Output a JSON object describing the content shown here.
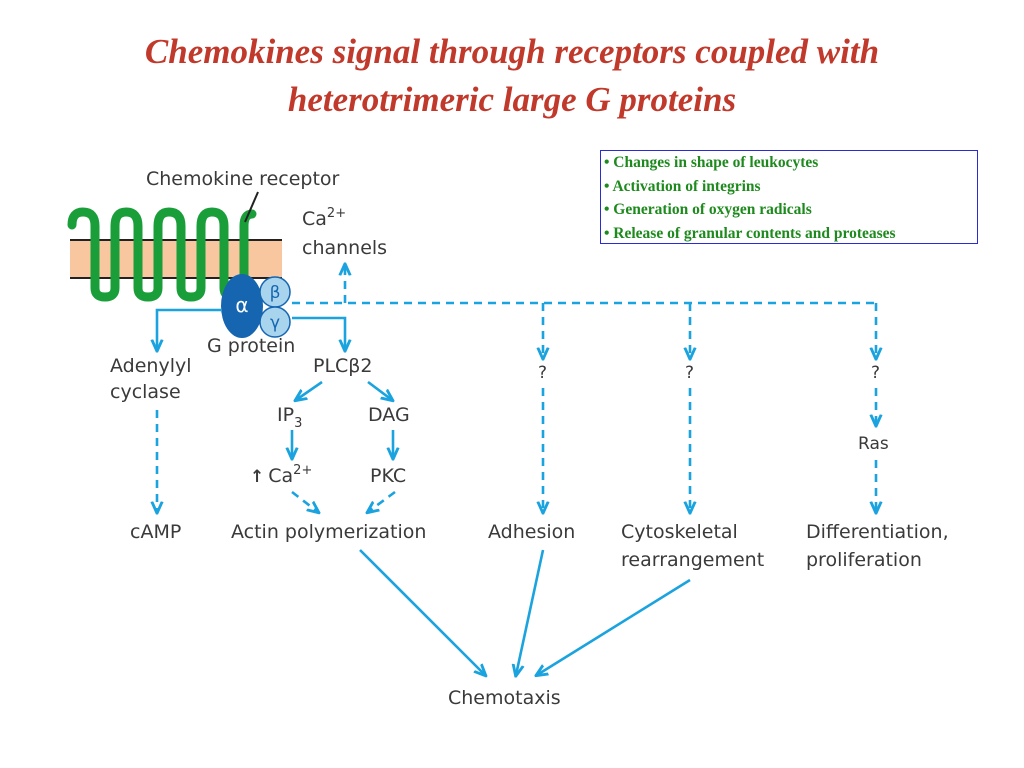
{
  "title": {
    "line1": "Chemokines signal through receptors coupled with",
    "line2": "heterotrimeric large G proteins"
  },
  "effects_box": [
    "• Changes in shape of leukocytes",
    "• Activation of integrins",
    "• Generation of oxygen radicals",
    "• Release of granular contents and proteases"
  ],
  "diagram": {
    "receptor_label": "Chemokine receptor",
    "ca_channels": {
      "ca": "Ca",
      "sup": "2+",
      "line2": "channels"
    },
    "g_protein": {
      "alpha": "α",
      "beta": "β",
      "gamma": "γ",
      "label": "G protein"
    },
    "adenylyl_cyclase": {
      "line1": "Adenylyl",
      "line2": "cyclase"
    },
    "camp": "cAMP",
    "plc": "PLCβ2",
    "ip3": {
      "base": "IP",
      "sub": "3"
    },
    "dag": "DAG",
    "ca_up": {
      "arrow": "↑",
      "ca": "Ca",
      "sup": "2+"
    },
    "pkc": "PKC",
    "actin": "Actin polymerization",
    "question": "?",
    "ras": "Ras",
    "adhesion": "Adhesion",
    "cytoskeletal": {
      "line1": "Cytoskeletal",
      "line2": "rearrangement"
    },
    "differentiation": {
      "line1": "Differentiation,",
      "line2": "proliferation"
    },
    "chemotaxis": "Chemotaxis"
  },
  "colors": {
    "title": "#c0392b",
    "box_text": "#1e8a1e",
    "box_border": "#2b2bd6",
    "arrow": "#1aa3de",
    "receptor": "#1a9e3a",
    "membrane": "#f8c7a0",
    "alpha": "#1565b0",
    "beta_gamma": "#a8d4ee"
  }
}
